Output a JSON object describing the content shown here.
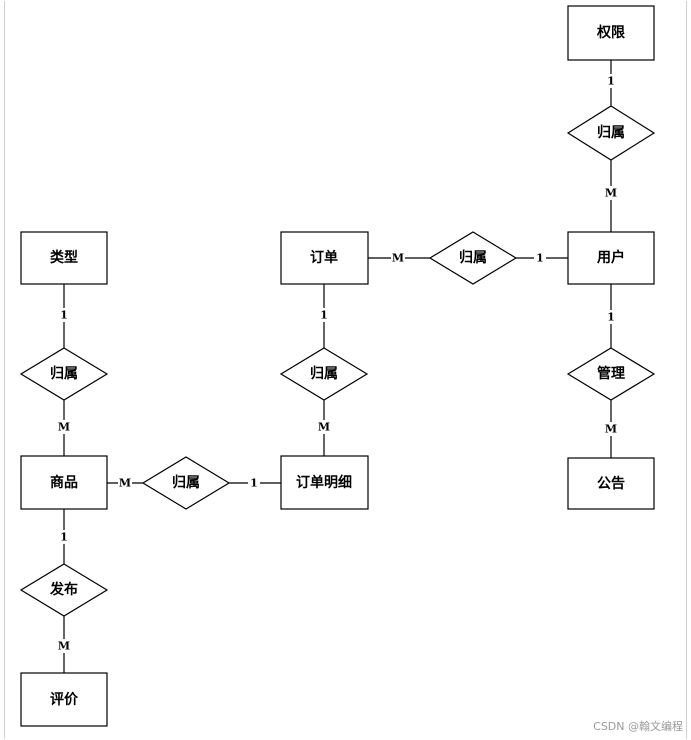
{
  "entities": {
    "permission": "权限",
    "user": "用户",
    "order": "订单",
    "type": "类型",
    "order_detail": "订单明细",
    "product": "商品",
    "notice": "公告",
    "review": "评价"
  },
  "relations": {
    "perm_user": "归属",
    "order_user": "归属",
    "type_product": "归属",
    "order_detail_order": "归属",
    "product_order_detail": "归属",
    "user_notice": "管理",
    "product_review": "发布"
  },
  "cardinalities": {
    "perm_user_top": "1",
    "perm_user_bottom": "M",
    "order_user_left": "M",
    "order_user_right": "1",
    "type_product_top": "1",
    "type_product_bottom": "M",
    "order_detail_order_top": "1",
    "order_detail_order_bottom": "M",
    "product_order_detail_left": "M",
    "product_order_detail_right": "1",
    "user_notice_top": "1",
    "user_notice_bottom": "M",
    "product_review_top": "1",
    "product_review_bottom": "M"
  },
  "watermark": "CSDN @翰文编程"
}
